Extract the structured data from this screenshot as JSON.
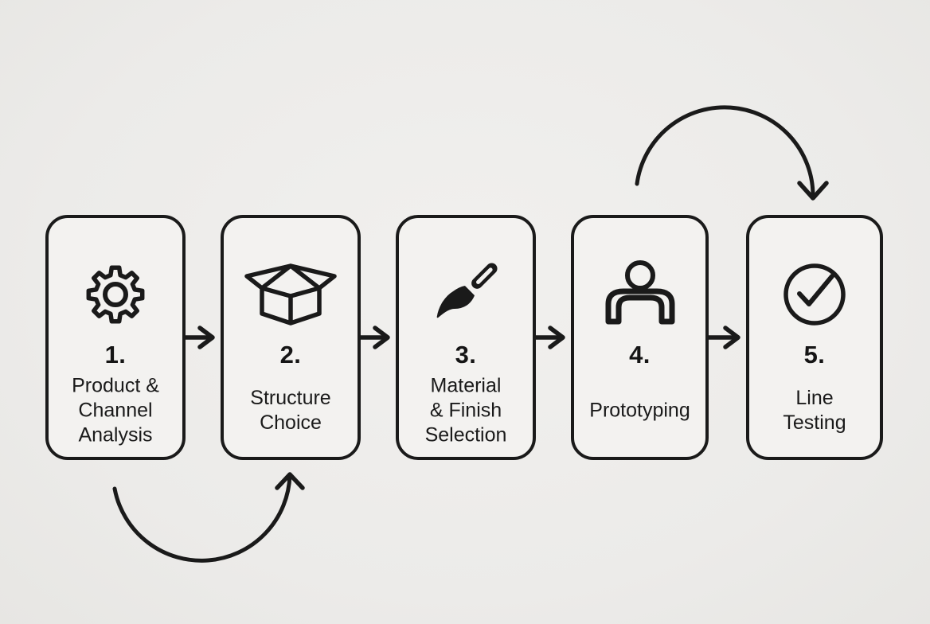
{
  "steps": [
    {
      "number": "1.",
      "title": "Product &\nChannel\nAnalysis",
      "icon": "gear-icon"
    },
    {
      "number": "2.",
      "title": "Structure\nChoice",
      "icon": "open-box-icon"
    },
    {
      "number": "3.",
      "title": "Material\n& Finish\nSelection",
      "icon": "paintbrush-icon"
    },
    {
      "number": "4.",
      "title": "Prototyping",
      "icon": "person-icon"
    },
    {
      "number": "5.",
      "title": "Line\nTesting",
      "icon": "check-circle-icon"
    }
  ],
  "connections": [
    {
      "from": "1",
      "to": "2",
      "style": "straight-arrow"
    },
    {
      "from": "2",
      "to": "3",
      "style": "straight-arrow"
    },
    {
      "from": "3",
      "to": "4",
      "style": "straight-arrow"
    },
    {
      "from": "4",
      "to": "5",
      "style": "straight-arrow"
    },
    {
      "from": "4",
      "to": "5",
      "style": "curved-arrow-top"
    },
    {
      "from": "1",
      "to": "2",
      "style": "curved-arrow-bottom"
    }
  ],
  "colors": {
    "background": "#ECEBE9",
    "card_fill": "#F3F2F0",
    "ink": "#1A1A1A"
  }
}
